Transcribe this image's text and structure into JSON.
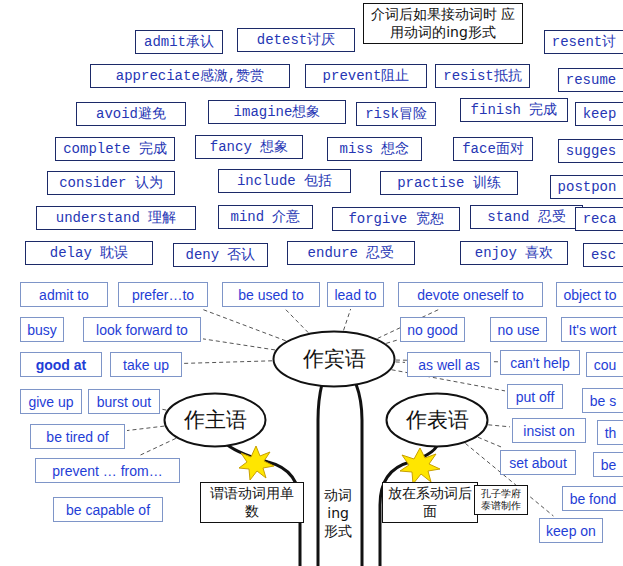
{
  "diagram": {
    "nodes": [
      {
        "text": [
          "admit承认"
        ]
      },
      {
        "text": [
          "detest讨厌"
        ]
      },
      {
        "text": [
          "介词后如果接动词时 应用动词的ing形式"
        ]
      },
      {
        "text": [
          "resent讨"
        ]
      },
      {
        "text": [
          "appreciate感激,赞赏"
        ]
      },
      {
        "text": [
          "prevent阻止"
        ]
      },
      {
        "text": [
          "resist抵抗"
        ]
      },
      {
        "text": [
          "resume"
        ]
      },
      {
        "text": [
          "avoid避免"
        ]
      },
      {
        "text": [
          "imagine想象"
        ]
      },
      {
        "text": [
          "risk冒险"
        ]
      },
      {
        "text": [
          "finish 完成"
        ]
      },
      {
        "text": [
          "keep"
        ]
      },
      {
        "text": [
          "complete 完成"
        ]
      },
      {
        "text": [
          "fancy 想象"
        ]
      },
      {
        "text": [
          "miss 想念"
        ]
      },
      {
        "text": [
          "face面对"
        ]
      },
      {
        "text": [
          "sugges"
        ]
      },
      {
        "text": [
          "consider 认为"
        ]
      },
      {
        "text": [
          "include 包括"
        ]
      },
      {
        "text": [
          "practise 训练"
        ]
      },
      {
        "text": [
          "postpon"
        ]
      },
      {
        "text": [
          "understand 理解"
        ]
      },
      {
        "text": [
          "mind 介意"
        ]
      },
      {
        "text": [
          "forgive 宽恕"
        ]
      },
      {
        "text": [
          "stand 忍受"
        ]
      },
      {
        "text": [
          "reca"
        ]
      },
      {
        "text": [
          "delay 耽误"
        ]
      },
      {
        "text": [
          "deny 否认"
        ]
      },
      {
        "text": [
          "endure 忍受"
        ]
      },
      {
        "text": [
          "enjoy 喜欢"
        ]
      },
      {
        "text": [
          "esc"
        ]
      },
      {
        "text": [
          "admit to"
        ]
      },
      {
        "text": [
          "prefer…to"
        ]
      },
      {
        "text": [
          "be used to"
        ]
      },
      {
        "text": [
          "lead to"
        ]
      },
      {
        "text": [
          "devote oneself to"
        ]
      },
      {
        "text": [
          "object to"
        ]
      },
      {
        "text": [
          "busy"
        ]
      },
      {
        "text": [
          "look forward to"
        ]
      },
      {
        "text": [
          "no good"
        ]
      },
      {
        "text": [
          "no use"
        ]
      },
      {
        "text": [
          "It's wort"
        ]
      },
      {
        "text": [
          "good at"
        ]
      },
      {
        "text": [
          "take up"
        ]
      },
      {
        "text": [
          "as well as"
        ]
      },
      {
        "text": [
          "can't help"
        ]
      },
      {
        "text": [
          "cou"
        ]
      },
      {
        "text": [
          "give up"
        ]
      },
      {
        "text": [
          "burst out"
        ]
      },
      {
        "text": [
          "put off"
        ]
      },
      {
        "text": [
          "be s"
        ]
      },
      {
        "text": [
          "be tired of"
        ]
      },
      {
        "text": [
          "insist on"
        ]
      },
      {
        "text": [
          "th"
        ]
      },
      {
        "text": [
          "prevent … from…"
        ]
      },
      {
        "text": [
          "set about"
        ]
      },
      {
        "text": [
          "be"
        ]
      },
      {
        "text": [
          "be capable of"
        ]
      },
      {
        "text": [
          "be fond"
        ]
      },
      {
        "text": [
          "keep on"
        ]
      },
      {
        "text": [
          "作宾语"
        ]
      },
      {
        "text": [
          "作主语"
        ]
      },
      {
        "text": [
          "作表语"
        ]
      },
      {
        "text": [
          "谓语动词用单数"
        ]
      },
      {
        "text": [
          "放在系动词后面"
        ]
      },
      {
        "text": [
          "孔子学府 泰谱制作"
        ]
      }
    ],
    "edges": [
      {
        "from": 61,
        "to": 33,
        "arrow": "none"
      },
      {
        "from": 61,
        "to": 34,
        "arrow": "none"
      },
      {
        "from": 61,
        "to": 35,
        "arrow": "none"
      },
      {
        "from": 61,
        "to": 36,
        "arrow": "none"
      },
      {
        "from": 61,
        "to": 39,
        "arrow": "none"
      },
      {
        "from": 61,
        "to": 44,
        "arrow": "none"
      },
      {
        "from": 61,
        "to": 40,
        "arrow": "none"
      },
      {
        "from": 61,
        "to": 45,
        "arrow": "none"
      },
      {
        "from": 61,
        "to": 46,
        "arrow": "none"
      },
      {
        "from": 61,
        "to": 50,
        "arrow": "none"
      },
      {
        "from": 62,
        "to": 49,
        "arrow": "none"
      },
      {
        "from": 62,
        "to": 52,
        "arrow": "none"
      },
      {
        "from": 62,
        "to": 55,
        "arrow": "none"
      },
      {
        "from": 63,
        "to": 53,
        "arrow": "none"
      },
      {
        "from": 63,
        "to": 56,
        "arrow": "none"
      },
      {
        "from": 63,
        "to": 60,
        "arrow": "none"
      }
    ],
    "labels": [
      "动词 ing 形式"
    ]
  }
}
